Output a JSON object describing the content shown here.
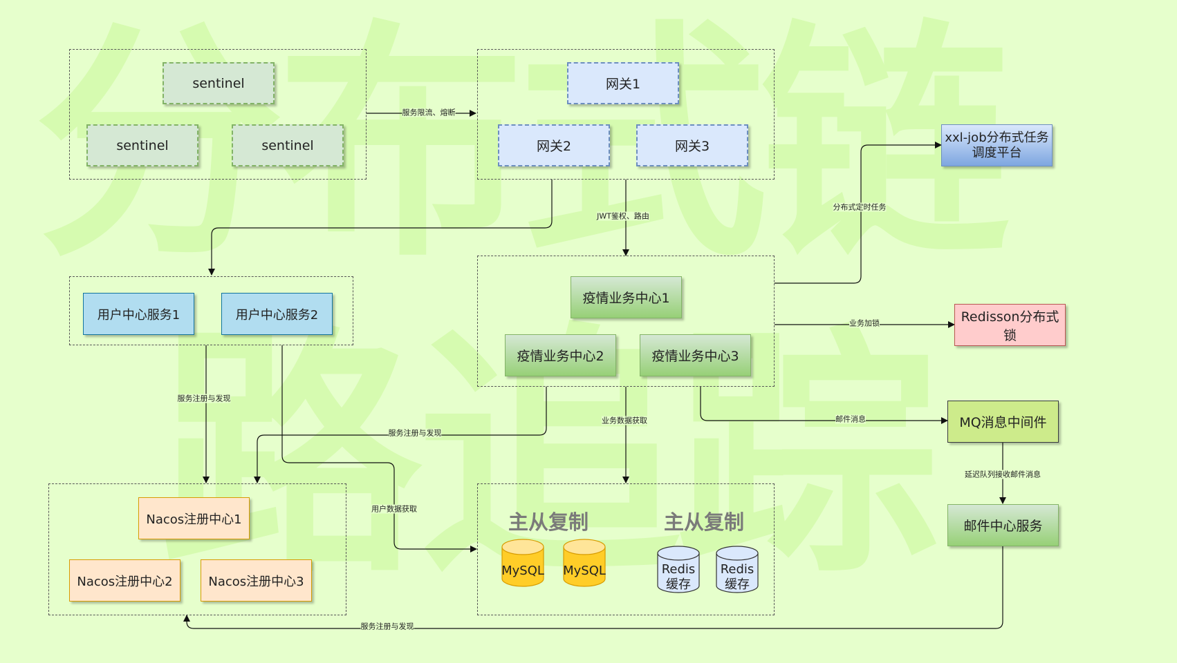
{
  "watermark": {
    "line1": "分布式链",
    "line2": "路追踪"
  },
  "sentinel_cluster": {
    "nodes": [
      "sentinel",
      "sentinel",
      "sentinel"
    ]
  },
  "gateway_cluster": {
    "nodes": [
      "网关1",
      "网关2",
      "网关3"
    ]
  },
  "user_service_cluster": {
    "nodes": [
      "用户中心服务1",
      "用户中心服务2"
    ]
  },
  "epidemic_cluster": {
    "nodes": [
      "疫情业务中心1",
      "疫情业务中心2",
      "疫情业务中心3"
    ]
  },
  "nacos_cluster": {
    "nodes": [
      "Nacos注册中心1",
      "Nacos注册中心2",
      "Nacos注册中心3"
    ]
  },
  "storage_cluster": {
    "mysql_title": "主从复制",
    "redis_title": "主从复制",
    "mysql_nodes": [
      "MySQL",
      "MySQL"
    ],
    "redis_nodes": [
      "Redis\n缓存",
      "Redis\n缓存"
    ]
  },
  "xxl_job": {
    "line1": "xxl-job分布式任务",
    "line2": "调度平台"
  },
  "redisson": "Redisson分布式锁",
  "mq": "MQ消息中间件",
  "mail_service": "邮件中心服务",
  "edge_labels": {
    "sentinel_to_gateway": "服务限流、熔断",
    "gateway_to_epidemic": "JWT鉴权、路由",
    "epidemic_to_xxl": "分布式定时任务",
    "epidemic_to_redisson": "业务加锁",
    "epidemic_to_mq": "邮件消息",
    "mq_to_mail": "延迟队列接收邮件消息",
    "user_to_nacos": "服务注册与发现",
    "epidemic_to_nacos": "服务注册与发现",
    "epidemic_to_storage": "业务数据获取",
    "user_to_storage": "用户数据获取",
    "mail_to_nacos": "服务注册与发现"
  },
  "colors": {
    "background": "#e6ffcc",
    "sentinel_fill": "#d5e8d4",
    "gateway_fill": "#dae8fc",
    "user_fill": "#b1ddf0",
    "nacos_fill": "#ffe6cc",
    "redisson_fill": "#ffcccc",
    "mq_fill": "#cdeb8b",
    "mysql_fill": "#ffcd28",
    "redis_fill": "#dae8fc"
  }
}
